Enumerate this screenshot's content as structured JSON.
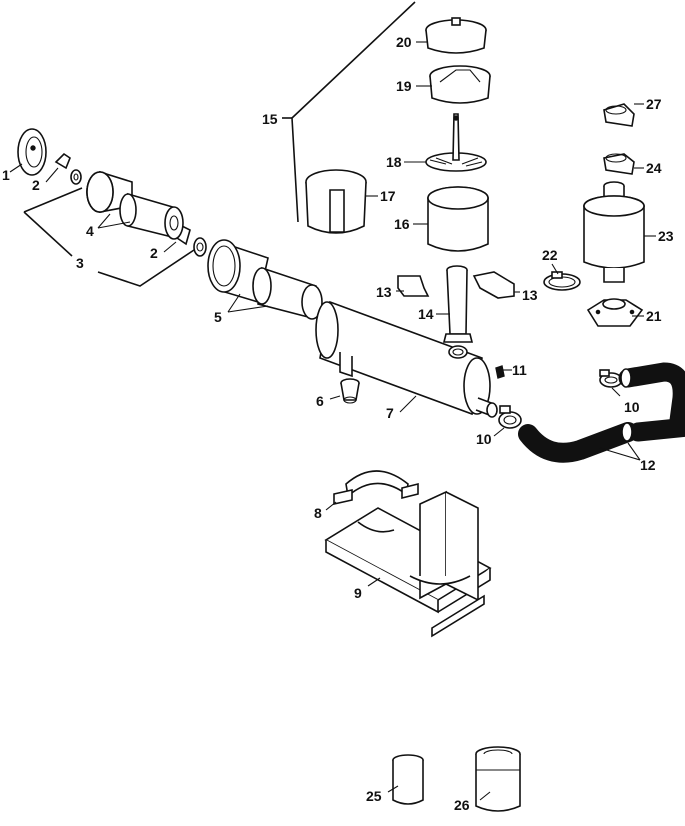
{
  "callouts": {
    "c1": "1",
    "c2a": "2",
    "c2b": "2",
    "c3": "3",
    "c4": "4",
    "c5": "5",
    "c6": "6",
    "c7": "7",
    "c8": "8",
    "c9": "9",
    "c10a": "10",
    "c10b": "10",
    "c11": "11",
    "c12": "12",
    "c13a": "13",
    "c13b": "13",
    "c14": "14",
    "c15": "15",
    "c16": "16",
    "c17": "17",
    "c18": "18",
    "c19": "19",
    "c20": "20",
    "c21": "21",
    "c22": "22",
    "c23": "23",
    "c24": "24",
    "c25": "25",
    "c26": "26",
    "c27": "27"
  },
  "colors": {
    "ink": "#111111",
    "paper": "#ffffff"
  }
}
